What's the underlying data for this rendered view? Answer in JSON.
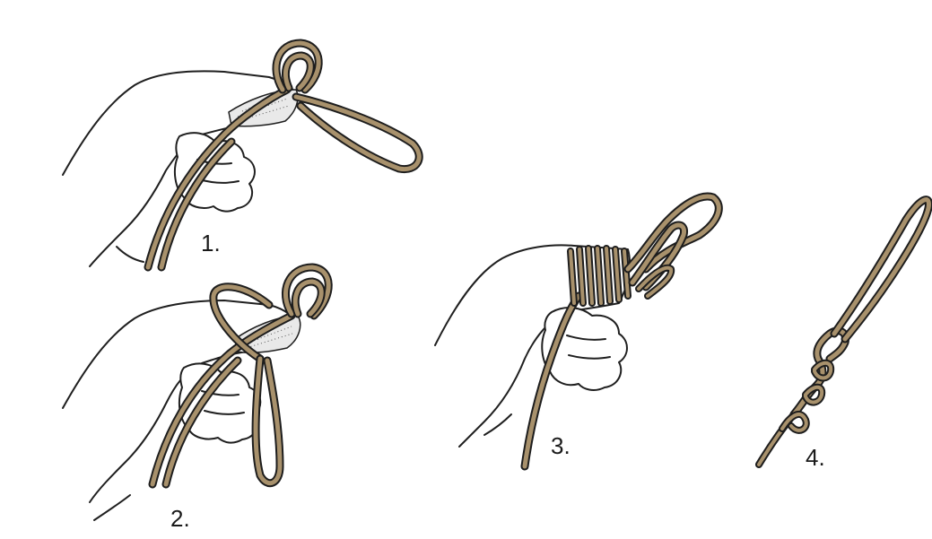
{
  "figure": {
    "steps": [
      {
        "label": "1."
      },
      {
        "label": "2."
      },
      {
        "label": "3."
      },
      {
        "label": "4."
      }
    ]
  },
  "colors": {
    "rope": "#a8916c",
    "outline": "#1d1d1d",
    "background": "#ffffff"
  }
}
